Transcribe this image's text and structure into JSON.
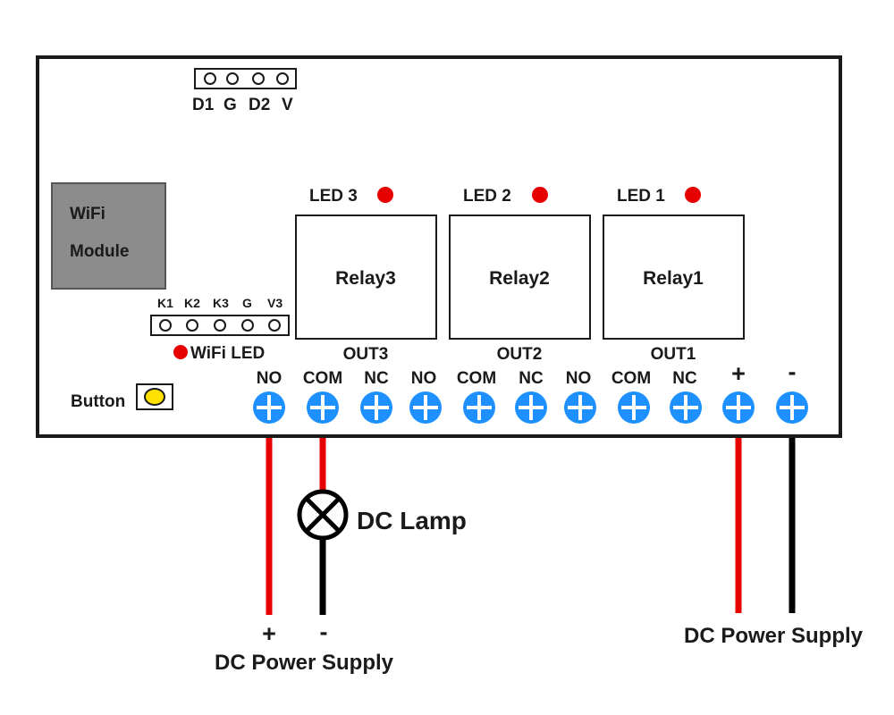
{
  "header_pins": {
    "labels": [
      "D1",
      "G",
      "D2",
      "V"
    ]
  },
  "wifi_module": {
    "line1": "WiFi",
    "line2": "Module",
    "color": "#8c8c8c"
  },
  "k_pins": {
    "labels": [
      "K1",
      "K2",
      "K3",
      "G",
      "V3"
    ]
  },
  "wifi_led": {
    "label": "WiFi LED"
  },
  "button": {
    "label": "Button",
    "color": "#ffe000"
  },
  "leds": [
    "LED 3",
    "LED 2",
    "LED 1"
  ],
  "relays": [
    "Relay3",
    "Relay2",
    "Relay1"
  ],
  "outputs": [
    "OUT3",
    "OUT2",
    "OUT1"
  ],
  "terminals": [
    "NO",
    "COM",
    "NC",
    "NO",
    "COM",
    "NC",
    "NO",
    "COM",
    "NC",
    "+",
    "-"
  ],
  "lamp": {
    "label": "DC Lamp"
  },
  "supply_left": {
    "plus": "+",
    "minus": "-",
    "label": "DC Power Supply"
  },
  "supply_right": {
    "label": "DC Power Supply"
  },
  "colors": {
    "terminal": "#1e90ff",
    "led": "#e60000",
    "wire_positive": "#e60000",
    "wire_negative": "#000000",
    "board_outline": "#1a1a1a"
  }
}
